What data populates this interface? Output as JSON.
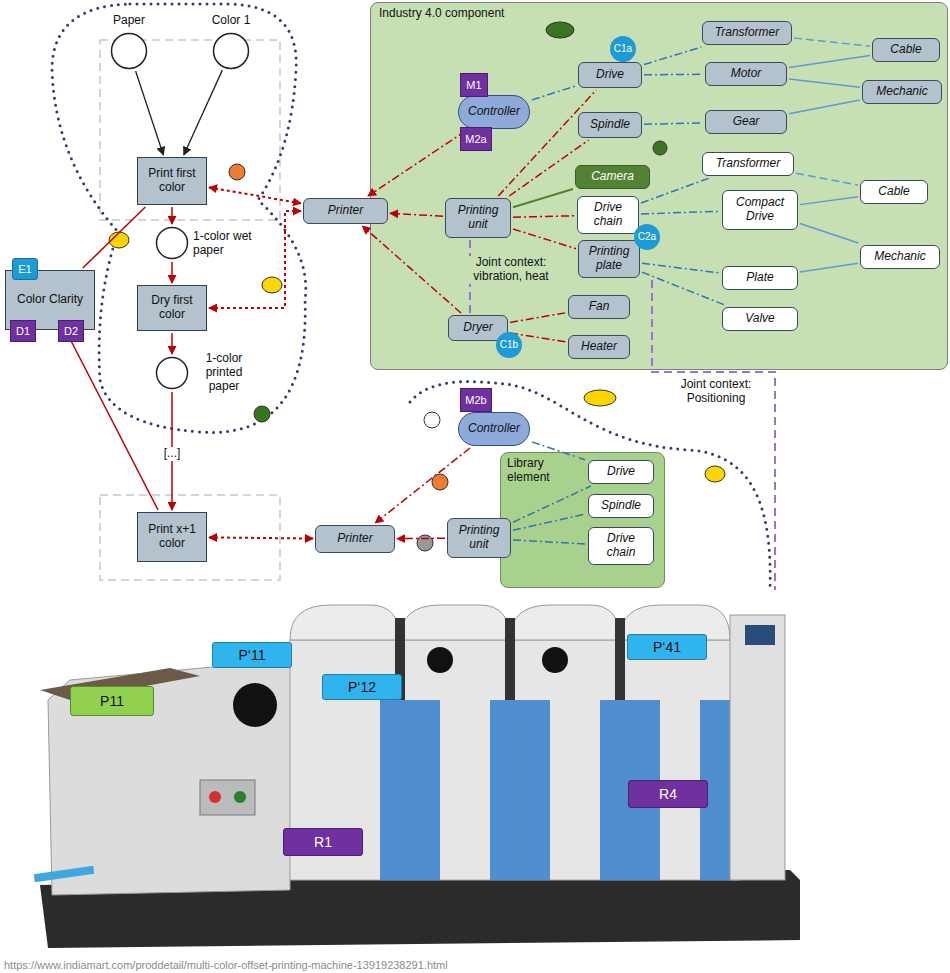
{
  "diagram": {
    "nodes": [
      {
        "text": [
          "Paper"
        ]
      },
      {
        "text": [
          "Color 1"
        ]
      },
      {
        "text": [
          "Print first color"
        ]
      },
      {
        "text": [
          "1-color wet paper"
        ]
      },
      {
        "text": [
          "Dry first color"
        ]
      },
      {
        "text": [
          "1-color printed paper"
        ]
      },
      {
        "text": [
          "Print x+1 color"
        ]
      },
      {
        "text": [
          "Color Clarity"
        ]
      },
      {
        "text": [
          "E1"
        ]
      },
      {
        "text": [
          "D1"
        ]
      },
      {
        "text": [
          "D2"
        ]
      },
      {
        "text": [
          "Printer"
        ]
      },
      {
        "text": [
          "Industry 4.0 component"
        ]
      },
      {
        "text": [
          "Controller"
        ],
        "in": 12
      },
      {
        "text": [
          "M1"
        ],
        "in": 12
      },
      {
        "text": [
          "M2a"
        ],
        "in": 12
      },
      {
        "text": [
          "Printing unit"
        ],
        "in": 12
      },
      {
        "text": [
          "Dryer"
        ],
        "in": 12
      },
      {
        "text": [
          "C1b"
        ],
        "in": 12
      },
      {
        "text": [
          "Drive"
        ],
        "in": 12
      },
      {
        "text": [
          "C1a"
        ],
        "in": 12
      },
      {
        "text": [
          "Spindle"
        ],
        "in": 12
      },
      {
        "text": [
          "Camera"
        ],
        "in": 12
      },
      {
        "text": [
          "Drive chain"
        ],
        "in": 12
      },
      {
        "text": [
          "Printing plate"
        ],
        "in": 12
      },
      {
        "text": [
          "C2a"
        ],
        "in": 12
      },
      {
        "text": [
          "Fan"
        ],
        "in": 12
      },
      {
        "text": [
          "Heater"
        ],
        "in": 12
      },
      {
        "text": [
          "Transformer"
        ],
        "in": 12
      },
      {
        "text": [
          "Motor"
        ],
        "in": 12
      },
      {
        "text": [
          "Gear"
        ],
        "in": 12
      },
      {
        "text": [
          "Transformer"
        ],
        "in": 12
      },
      {
        "text": [
          "Compact Drive"
        ],
        "in": 12
      },
      {
        "text": [
          "Plate"
        ],
        "in": 12
      },
      {
        "text": [
          "Valve"
        ],
        "in": 12
      },
      {
        "text": [
          "Cable"
        ],
        "in": 12
      },
      {
        "text": [
          "Mechanic"
        ],
        "in": 12
      },
      {
        "text": [
          "Cable"
        ],
        "in": 12
      },
      {
        "text": [
          "Mechanic"
        ],
        "in": 12
      },
      {
        "text": [
          "M2b"
        ]
      },
      {
        "text": [
          "Controller"
        ]
      },
      {
        "text": [
          "Library element"
        ]
      },
      {
        "text": [
          "Drive"
        ],
        "in": 41
      },
      {
        "text": [
          "Spindle"
        ],
        "in": 41
      },
      {
        "text": [
          "Drive chain"
        ],
        "in": 41
      },
      {
        "text": [
          "Printer"
        ]
      },
      {
        "text": [
          "Printing unit"
        ]
      },
      {
        "text": [
          "P11"
        ]
      },
      {
        "text": [
          "P‘11"
        ]
      },
      {
        "text": [
          "P‘12"
        ]
      },
      {
        "text": [
          "P‘41"
        ]
      },
      {
        "text": [
          "R1"
        ]
      },
      {
        "text": [
          "R4"
        ]
      }
    ],
    "edges": [
      {
        "from": 0,
        "to": 2,
        "arrow": "to"
      },
      {
        "from": 1,
        "to": 2,
        "arrow": "to"
      },
      {
        "from": 2,
        "to": 3,
        "arrow": "to"
      },
      {
        "from": 3,
        "to": 4,
        "arrow": "to"
      },
      {
        "from": 4,
        "to": 5,
        "arrow": "to"
      },
      {
        "from": 5,
        "to": 6,
        "arrow": "to"
      },
      {
        "from": 2,
        "to": 11,
        "arrow": "both"
      },
      {
        "from": 4,
        "to": 11,
        "arrow": "both"
      },
      {
        "from": 6,
        "to": 45,
        "arrow": "both"
      },
      {
        "from": 7,
        "to": 2,
        "arrow": "none"
      },
      {
        "from": 7,
        "to": 6,
        "arrow": "none"
      },
      {
        "from": 13,
        "to": 11,
        "arrow": "to"
      },
      {
        "from": 16,
        "to": 11,
        "arrow": "to"
      },
      {
        "from": 17,
        "to": 11,
        "arrow": "to"
      },
      {
        "from": 16,
        "to": 19,
        "arrow": "none"
      },
      {
        "from": 16,
        "to": 21,
        "arrow": "none"
      },
      {
        "from": 16,
        "to": 23,
        "arrow": "none"
      },
      {
        "from": 16,
        "to": 24,
        "arrow": "none"
      },
      {
        "from": 16,
        "to": 22,
        "arrow": "none"
      },
      {
        "from": 13,
        "to": 19,
        "arrow": "none"
      },
      {
        "from": 19,
        "to": 28,
        "arrow": "none"
      },
      {
        "from": 19,
        "to": 29,
        "arrow": "none"
      },
      {
        "from": 21,
        "to": 30,
        "arrow": "none"
      },
      {
        "from": 17,
        "to": 26,
        "arrow": "none"
      },
      {
        "from": 17,
        "to": 27,
        "arrow": "none"
      },
      {
        "from": 23,
        "to": 31,
        "arrow": "none"
      },
      {
        "from": 23,
        "to": 32,
        "arrow": "none"
      },
      {
        "from": 24,
        "to": 33,
        "arrow": "none"
      },
      {
        "from": 24,
        "to": 34,
        "arrow": "none"
      },
      {
        "from": 28,
        "to": 35,
        "arrow": "none"
      },
      {
        "from": 29,
        "to": 35,
        "arrow": "none"
      },
      {
        "from": 29,
        "to": 36,
        "arrow": "none"
      },
      {
        "from": 30,
        "to": 36,
        "arrow": "none"
      },
      {
        "from": 31,
        "to": 37,
        "arrow": "none"
      },
      {
        "from": 32,
        "to": 37,
        "arrow": "none"
      },
      {
        "from": 32,
        "to": 38,
        "arrow": "none"
      },
      {
        "from": 33,
        "to": 38,
        "arrow": "none"
      },
      {
        "from": 40,
        "to": 45,
        "arrow": "to"
      },
      {
        "from": 46,
        "to": 45,
        "arrow": "to"
      },
      {
        "from": 40,
        "to": 42,
        "arrow": "none"
      },
      {
        "from": 46,
        "to": 42,
        "arrow": "none"
      },
      {
        "from": 46,
        "to": 43,
        "arrow": "none"
      },
      {
        "from": 46,
        "to": 44,
        "arrow": "none"
      }
    ],
    "labels": [
      "Joint context: vibration, heat",
      "Joint context: Positioning",
      "[...]",
      "https://www.indiamart.com/proddetail/multi-color-offset-printing-machine-13919238291.html"
    ]
  }
}
